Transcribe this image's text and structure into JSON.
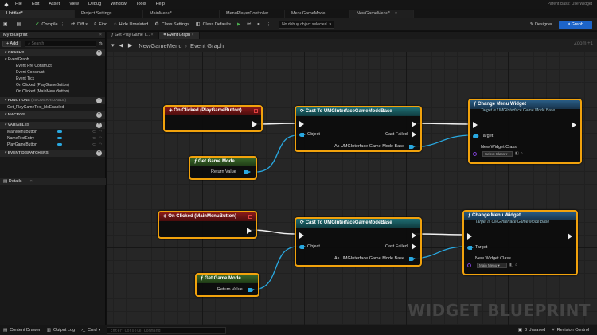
{
  "app": {
    "menu": [
      "File",
      "Edit",
      "Asset",
      "View",
      "Debug",
      "Window",
      "Tools",
      "Help"
    ],
    "parent_class": "Parent class: UserWidget"
  },
  "tabs": [
    {
      "label": "Untitled*",
      "active": true
    },
    {
      "label": "Project Settings"
    },
    {
      "label": "MainMenu*"
    },
    {
      "label": "MenuPlayerController"
    },
    {
      "label": "MenuGameMode"
    },
    {
      "label": "NewGameMenu*",
      "selected": true
    }
  ],
  "toolbar": {
    "compile": "Compile",
    "diff": "Diff",
    "find": "Find",
    "hide_unrelated": "Hide Unrelated",
    "class_settings": "Class Settings",
    "class_defaults": "Class Defaults",
    "debug_object": "No debug object selected",
    "designer": "Designer",
    "graph": "Graph"
  },
  "left": {
    "panel_title": "My Blueprint",
    "add_label": "+ Add",
    "search_placeholder": "Search",
    "sections": {
      "graphs": "GRAPHS",
      "functions": "FUNCTIONS",
      "functions_count": "(25 OVERRIDABLE)",
      "macros": "MACROS",
      "variables": "VARIABLES",
      "dispatchers": "EVENT DISPATCHERS"
    },
    "event_graph": "EventGraph",
    "events": [
      "Event Pre Construct",
      "Event Construct",
      "Event Tick",
      "On Clicked (PlayGameButton)",
      "On Clicked (MainMenuButton)"
    ],
    "functions": [
      "Get_PlayGameText_bIsEnabled"
    ],
    "variables": [
      "MainMenuButton",
      "NameTextEntry",
      "PlayGameButton"
    ],
    "details_title": "Details"
  },
  "graph": {
    "tabs": [
      "Get Play Game T...",
      "Event Graph"
    ],
    "breadcrumb_root": "NewGameMenu",
    "breadcrumb_leaf": "Event Graph",
    "zoom": "Zoom +1",
    "watermark": "WIDGET BLUEPRINT",
    "nodes": {
      "click1": "On Clicked (PlayGameButton)",
      "click2": "On Clicked (MainMenuButton)",
      "cast_title": "Cast To UMGInterfaceGameModeBase",
      "object": "Object",
      "cast_failed": "Cast Failed",
      "as_base": "As UMGInterface Game Mode Base",
      "ggm": "Get Game Mode",
      "return_value": "Return Value",
      "cmw": "Change Menu Widget",
      "target_is": "Target is UMGInterface Game Mode Base",
      "target": "Target",
      "new_widget_class": "New Widget Class",
      "select_class": "Select Class",
      "main_menu": "Main Menu"
    }
  },
  "status": {
    "content_drawer": "Content Drawer",
    "output_log": "Output Log",
    "cmd": "Cmd",
    "console_placeholder": "Enter Console Command",
    "unsaved": "3 Unsaved",
    "revision": "Revision Control"
  }
}
